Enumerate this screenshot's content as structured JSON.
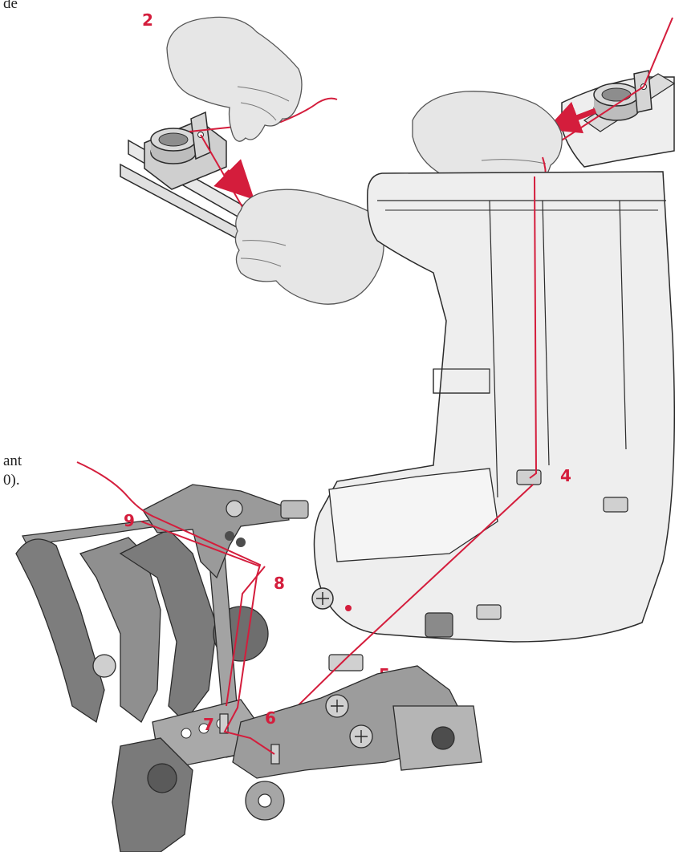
{
  "text": {
    "top_cut": "de",
    "side_cut_1": "ant",
    "side_cut_2": "0)."
  },
  "steps": {
    "two": "2",
    "four": "4",
    "five": "5",
    "six": "6",
    "seven": "7",
    "eight": "8",
    "nine": "9"
  },
  "colors": {
    "thread": "#d41d3c",
    "outline": "#2b2b2b",
    "metal": "#9a9a9a",
    "metal_dark": "#5e5e5e",
    "skin": "#e6e6e6",
    "machine_body": "#ededed"
  }
}
